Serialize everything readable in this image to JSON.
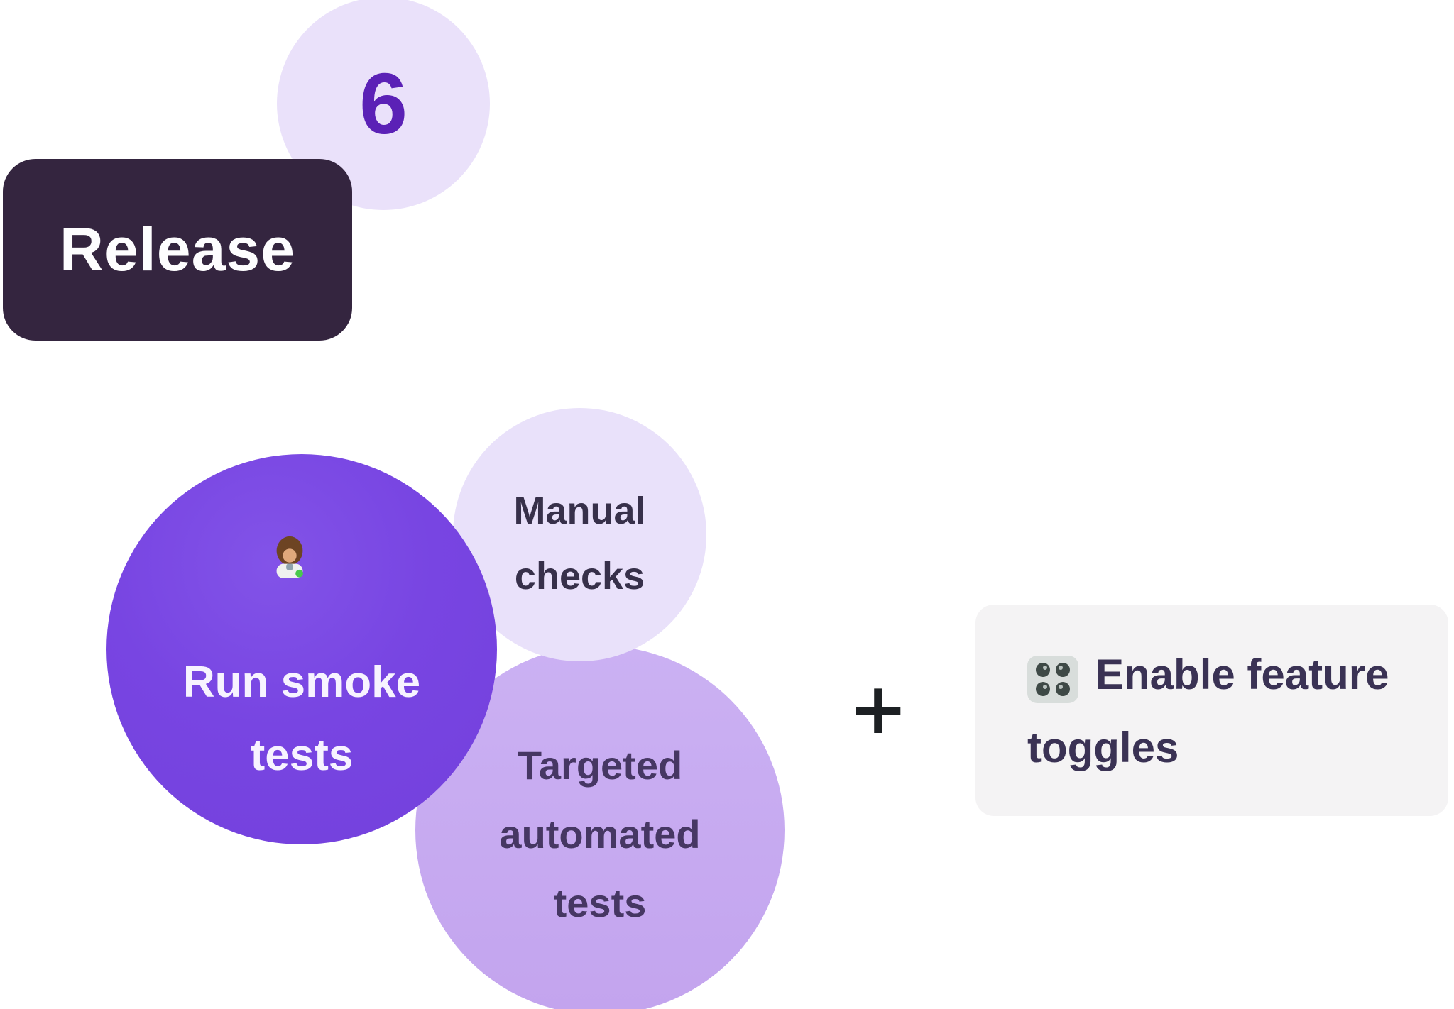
{
  "page": {
    "background": "#FFFFFF"
  },
  "step": {
    "number": "6",
    "label": "Release",
    "number_circle_bg": "#EAE1FA",
    "number_color": "#5B21B6",
    "badge_bg": "#34253F",
    "badge_text_color": "#FDFDFE"
  },
  "bubbles": [
    {
      "id": "run-smoke-tests",
      "label": "Run smoke tests",
      "emoji_icon": "woman-scientist-icon",
      "bg": "#7845E2",
      "text_color": "#F7F3FF"
    },
    {
      "id": "manual-checks",
      "label": "Manual checks",
      "bg": "#E9E1FA",
      "text_color": "#37304A"
    },
    {
      "id": "targeted-automated-tests",
      "label": "Targeted automated tests",
      "bg": "#C6A9F0",
      "text_color": "#463763"
    }
  ],
  "connector": {
    "plus": "+",
    "color": "#1D2023"
  },
  "action_card": {
    "label": "Enable feature toggles",
    "icon": "feature-toggles-icon",
    "bg": "#F4F3F4",
    "text_color": "#3A3254",
    "icon_bg": "#D8DDDB",
    "icon_dot_color": "#3E4946"
  }
}
